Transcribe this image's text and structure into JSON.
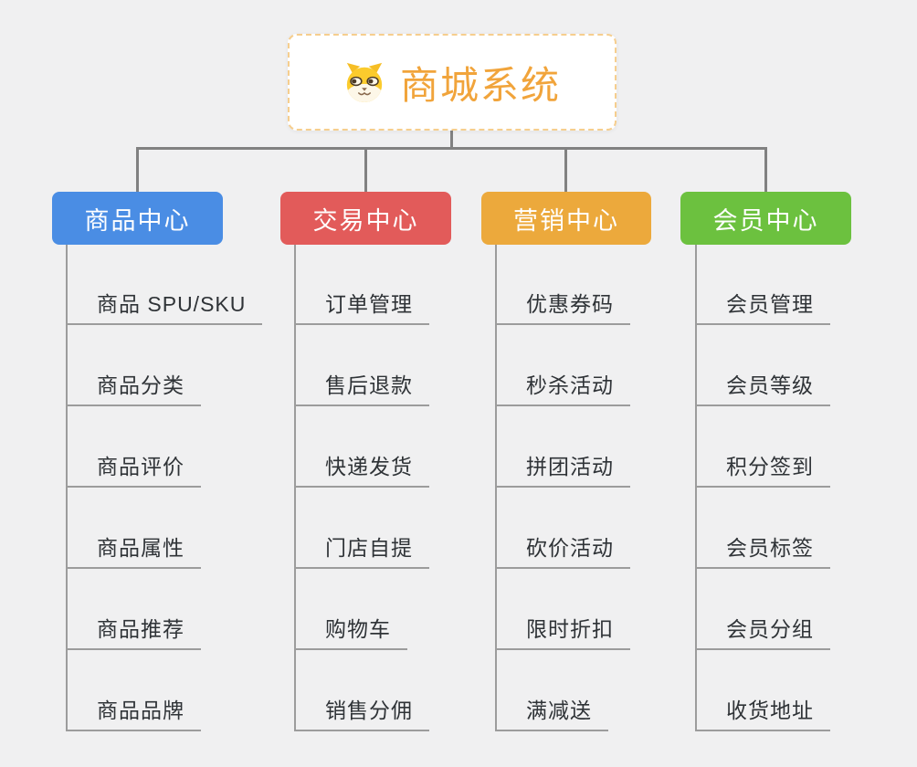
{
  "root": {
    "label": "商城系统",
    "icon": "shiba-dog-icon"
  },
  "branches": [
    {
      "label": "商品中心",
      "color": "#4A8DE4",
      "items": [
        "商品 SPU/SKU",
        "商品分类",
        "商品评价",
        "商品属性",
        "商品推荐",
        "商品品牌"
      ]
    },
    {
      "label": "交易中心",
      "color": "#E25B5A",
      "items": [
        "订单管理",
        "售后退款",
        "快递发货",
        "门店自提",
        "购物车",
        "销售分佣"
      ]
    },
    {
      "label": "营销中心",
      "color": "#ECA93C",
      "items": [
        "优惠券码",
        "秒杀活动",
        "拼团活动",
        "砍价活动",
        "限时折扣",
        "满减送"
      ]
    },
    {
      "label": "会员中心",
      "color": "#6CC13F",
      "items": [
        "会员管理",
        "会员等级",
        "积分签到",
        "会员标签",
        "会员分组",
        "收货地址"
      ]
    }
  ],
  "colors": {
    "background": "#F0F0F1",
    "connector": "#818181",
    "leaf_line": "#9C9C9C",
    "leaf_text": "#2F3337",
    "root_text": "#F1A43B",
    "root_border": "#F6CE8E"
  }
}
